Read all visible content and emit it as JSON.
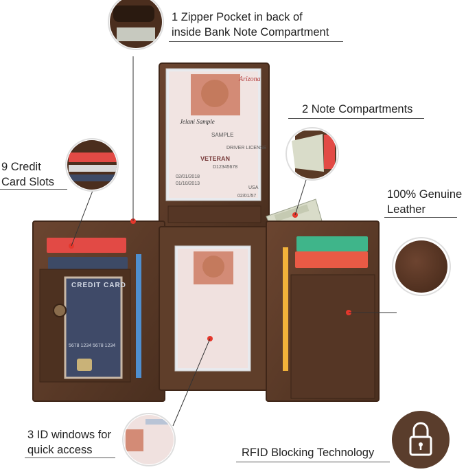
{
  "callouts": {
    "zipper": [
      "1 Zipper Pocket in back of",
      "inside Bank Note Compartment"
    ],
    "notes": [
      "2 Note Compartments"
    ],
    "cards": [
      "9 Credit",
      "Card Slots"
    ],
    "leather": [
      "100% Genuine",
      "Leather"
    ],
    "id": [
      "3 ID windows for",
      "quick access"
    ],
    "rfid": [
      "RFID Blocking Technology"
    ]
  },
  "id_card": {
    "state": "Arizona",
    "type": "DRIVER LICENSE",
    "country": "USA",
    "veteran": "VETERAN",
    "name": "SAMPLE",
    "signature": "Jelani Sample",
    "number": "D12345678",
    "exp": "02/01/2018",
    "dob": "01/10/2013",
    "short_date": "02/01/57"
  },
  "credit_card": {
    "text": "CREDIT CARD",
    "number": "5678 1234 5678 1234"
  },
  "colors": {
    "leather": "#5a3a26",
    "leather_dark": "#3f2618",
    "accent_red": "#e5372c",
    "line": "#555555"
  }
}
